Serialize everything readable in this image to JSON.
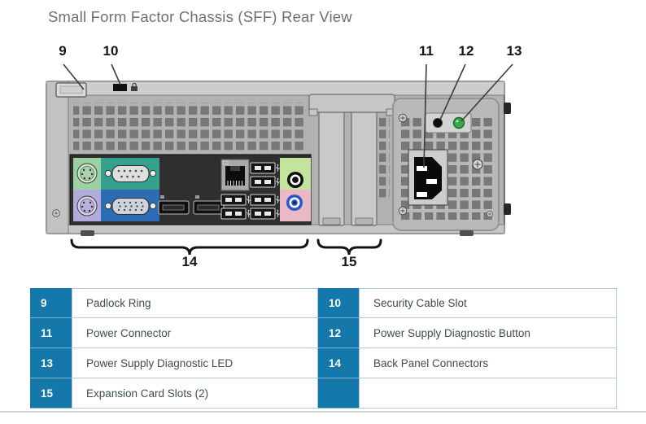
{
  "title": "Small Form Factor Chassis (SFF) Rear View",
  "colors": {
    "accent_blue": "#1478aa",
    "table_border": "#aecbd9",
    "table_text": "#3f4b52",
    "title_gray": "#6f6f6f",
    "chassis_gray": "#b2b2b2",
    "vent_gray": "#787878",
    "ps2_keyboard_green": "#9cd2a2",
    "ps2_mouse_purple": "#b2aadb",
    "serial_teal": "#35a18c",
    "vga_blue": "#2d6cb3",
    "audio_out_green": "#c3e49c",
    "audio_in_pink": "#eab9c6",
    "diagnostic_led_green": "#35aa46"
  },
  "callouts": {
    "c9": "9",
    "c10": "10",
    "c11": "11",
    "c12": "12",
    "c13": "13",
    "c14": "14",
    "c15": "15"
  },
  "legend": {
    "rows": [
      {
        "num_left": "9",
        "label_left": "Padlock Ring",
        "num_right": "10",
        "label_right": "Security Cable Slot"
      },
      {
        "num_left": "11",
        "label_left": "Power Connector",
        "num_right": "12",
        "label_right": "Power Supply Diagnostic Button"
      },
      {
        "num_left": "13",
        "label_left": "Power Supply Diagnostic LED",
        "num_right": "14",
        "label_right": "Back Panel Connectors"
      },
      {
        "num_left": "15",
        "label_left": "Expansion Card Slots (2)",
        "num_right": "",
        "label_right": ""
      }
    ]
  }
}
